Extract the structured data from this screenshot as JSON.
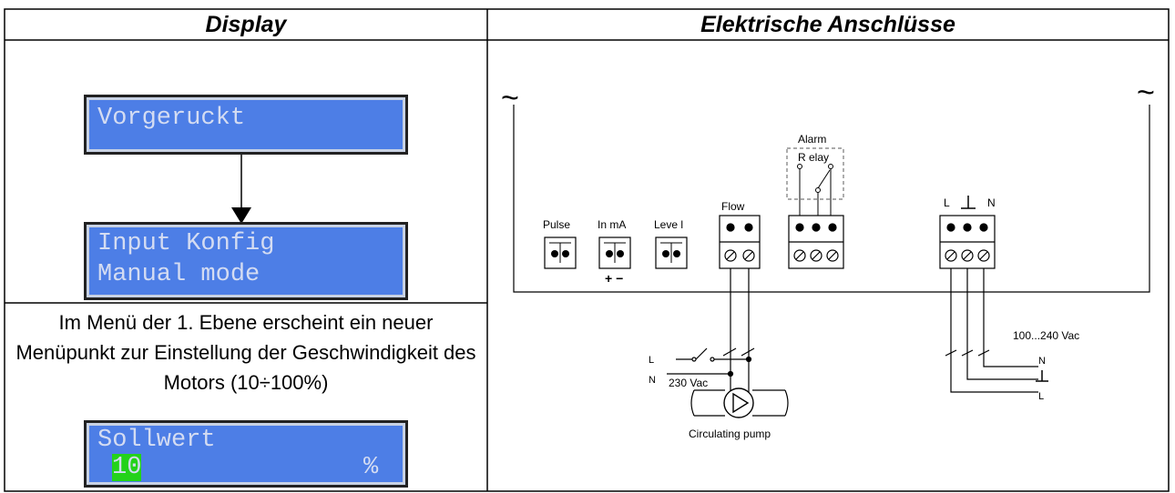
{
  "table": {
    "left_header": "Display",
    "right_header": "Elektrische Anschlüsse"
  },
  "lcd_top": {
    "line1": "Vorgeruckt"
  },
  "lcd_middle": {
    "line1": "Input Konfig",
    "line2": "Manual mode"
  },
  "description": "Im Menü der 1. Ebene erscheint ein neuer Menüpunkt zur Einstellung der Geschwindigkeit des Motors (10÷100%)",
  "lcd_bottom": {
    "line1": "Sollwert",
    "value": "10",
    "unit": "%"
  },
  "diagram": {
    "tilde": "~",
    "alarm_label": "Alarm",
    "relay_label": "R elay",
    "pulse_label": "Pulse",
    "in_ma_label": "In mA",
    "plus_minus": "+ −",
    "level_label": "Leve l",
    "flow_label": "Flow",
    "power_l": "L",
    "power_n": "N",
    "supply_voltage": "100...240 Vac",
    "supply_n": "N",
    "supply_l": "L",
    "pump_l": "L",
    "pump_n": "N",
    "pump_voltage": "230 Vac",
    "pump_label": "Circulating pump"
  },
  "colors": {
    "lcd_bg": "#4d7ee6",
    "lcd_text": "#d4dcf2",
    "cursor": "#24d21a"
  }
}
